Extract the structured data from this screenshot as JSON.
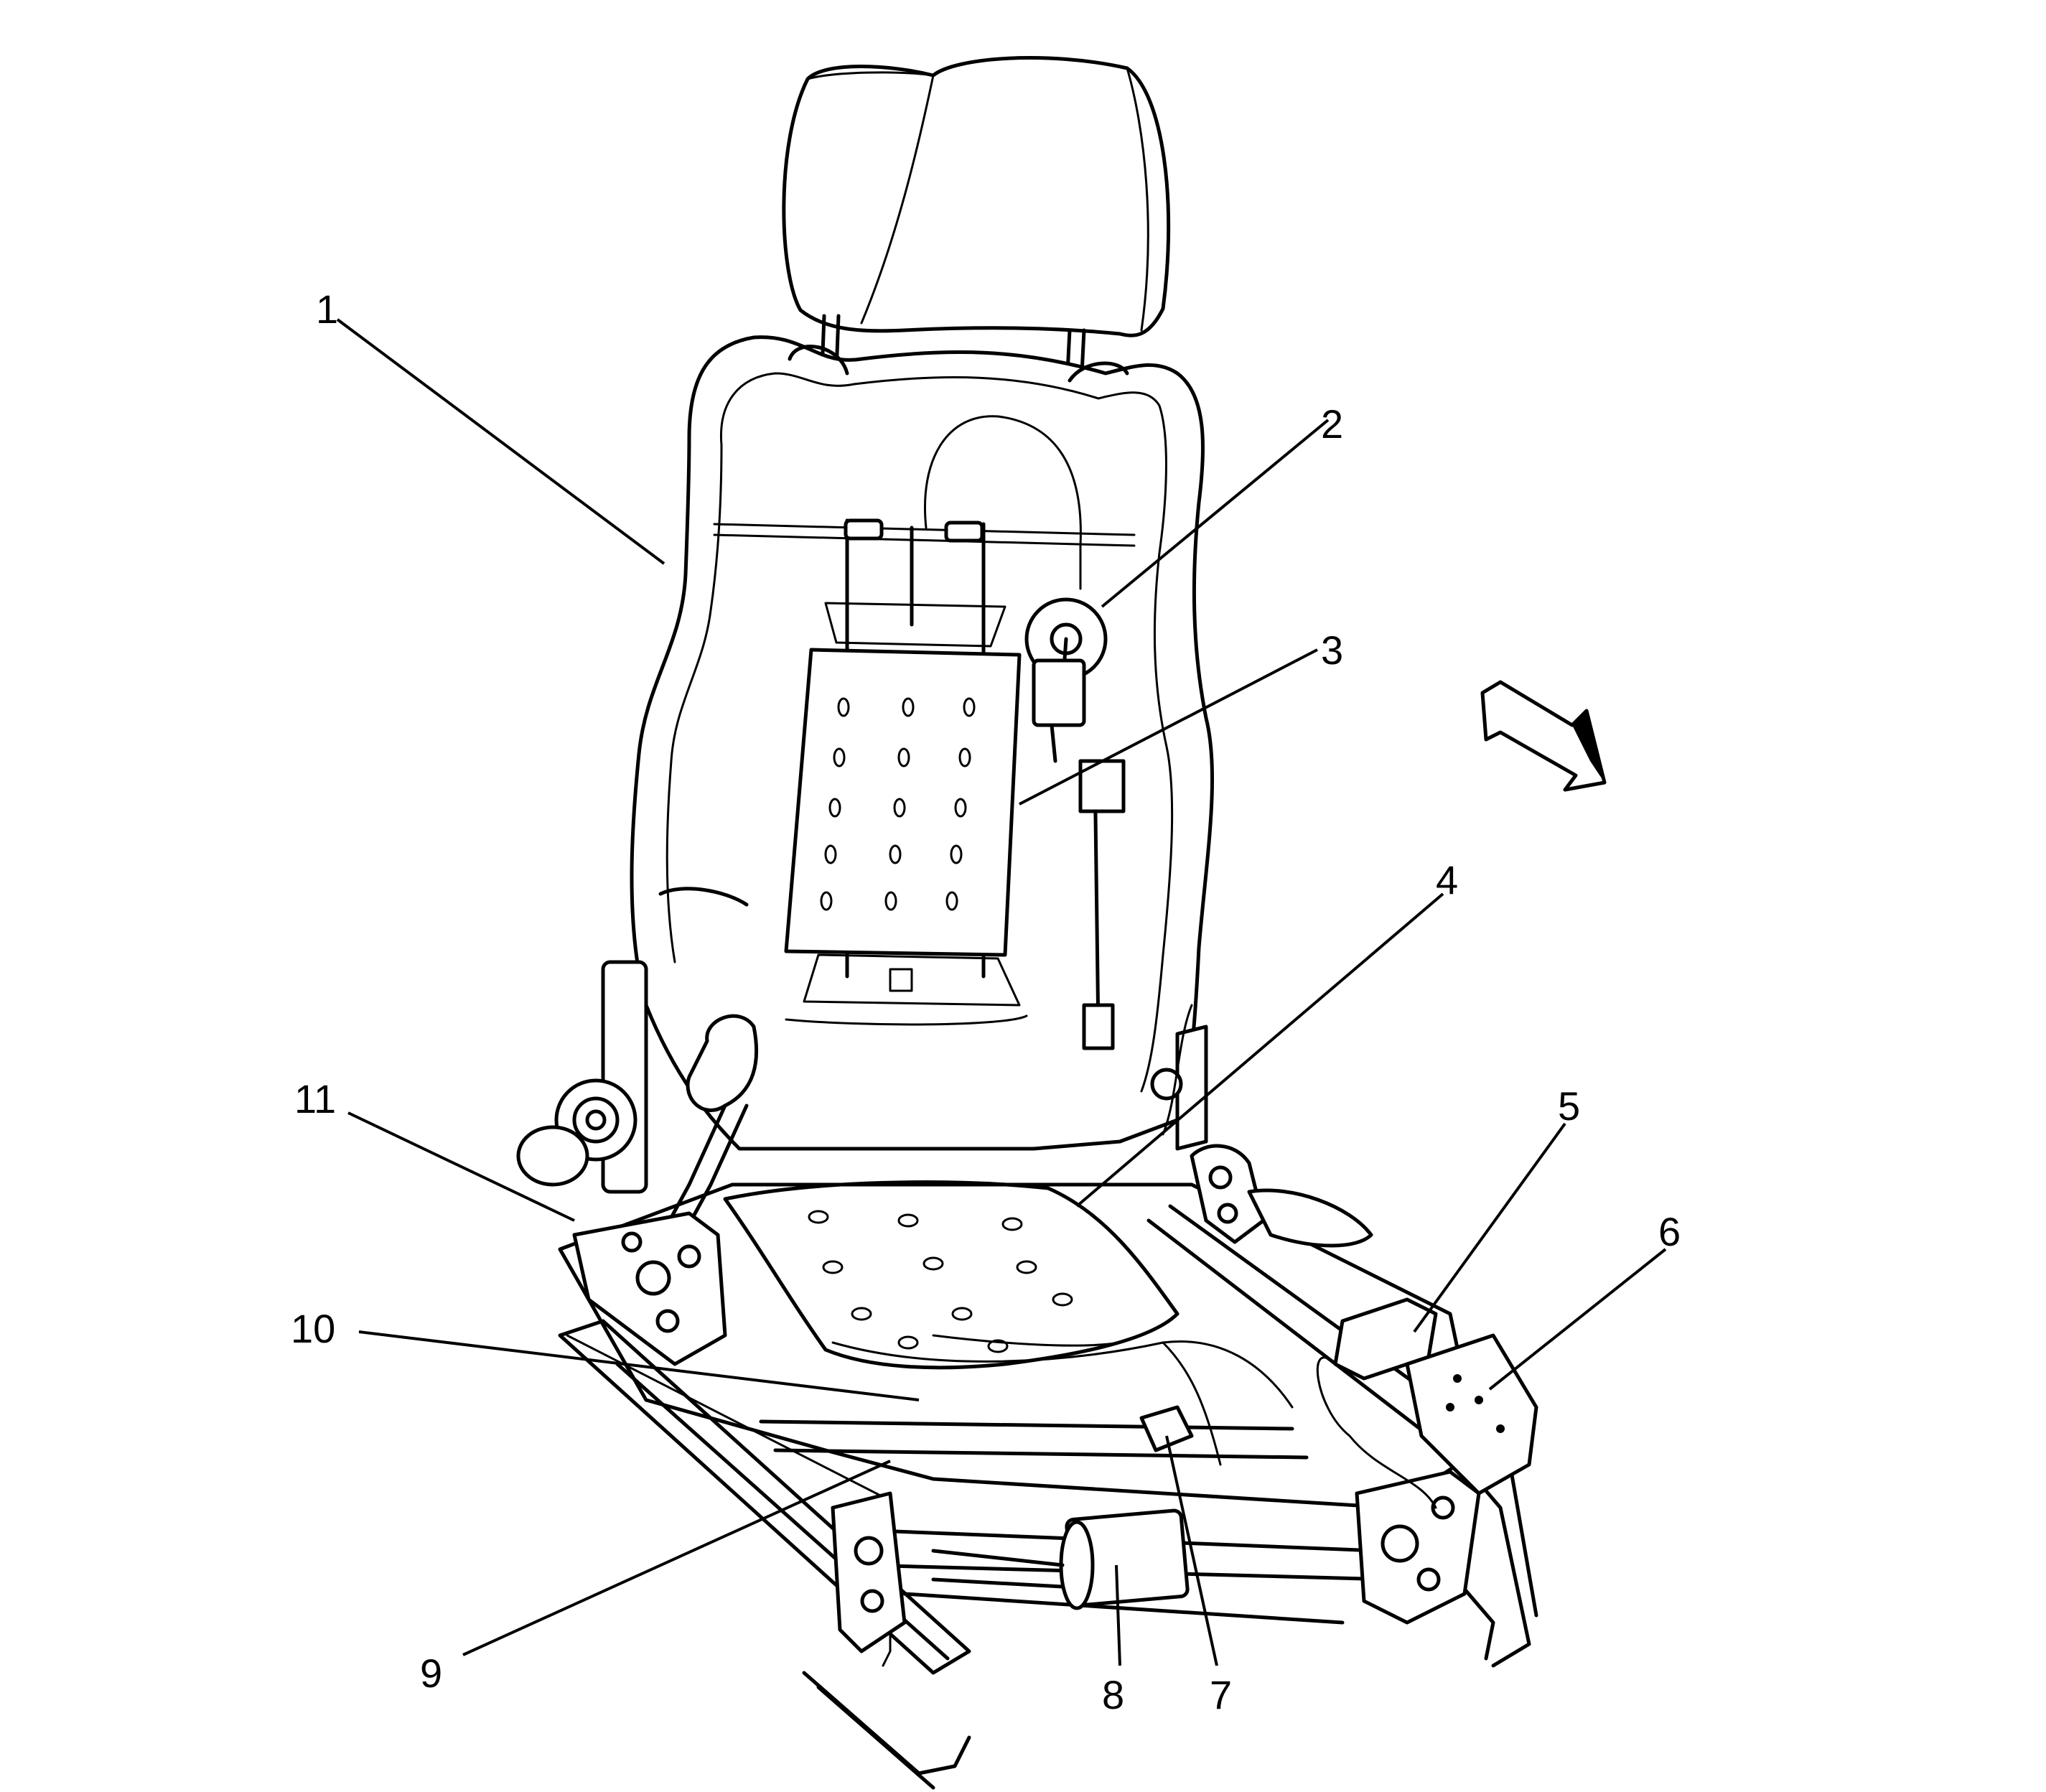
{
  "callouts": [
    {
      "id": "1",
      "label": "1"
    },
    {
      "id": "2",
      "label": "2"
    },
    {
      "id": "3",
      "label": "3"
    },
    {
      "id": "4",
      "label": "4"
    },
    {
      "id": "5",
      "label": "5"
    },
    {
      "id": "6",
      "label": "6"
    },
    {
      "id": "7",
      "label": "7"
    },
    {
      "id": "8",
      "label": "8"
    },
    {
      "id": "9",
      "label": "9"
    },
    {
      "id": "10",
      "label": "10"
    },
    {
      "id": "11",
      "label": "11"
    }
  ],
  "orientation": {
    "icon": "forward-direction-arrow-icon"
  },
  "colors": {
    "line": "#000000",
    "background": "#ffffff"
  }
}
